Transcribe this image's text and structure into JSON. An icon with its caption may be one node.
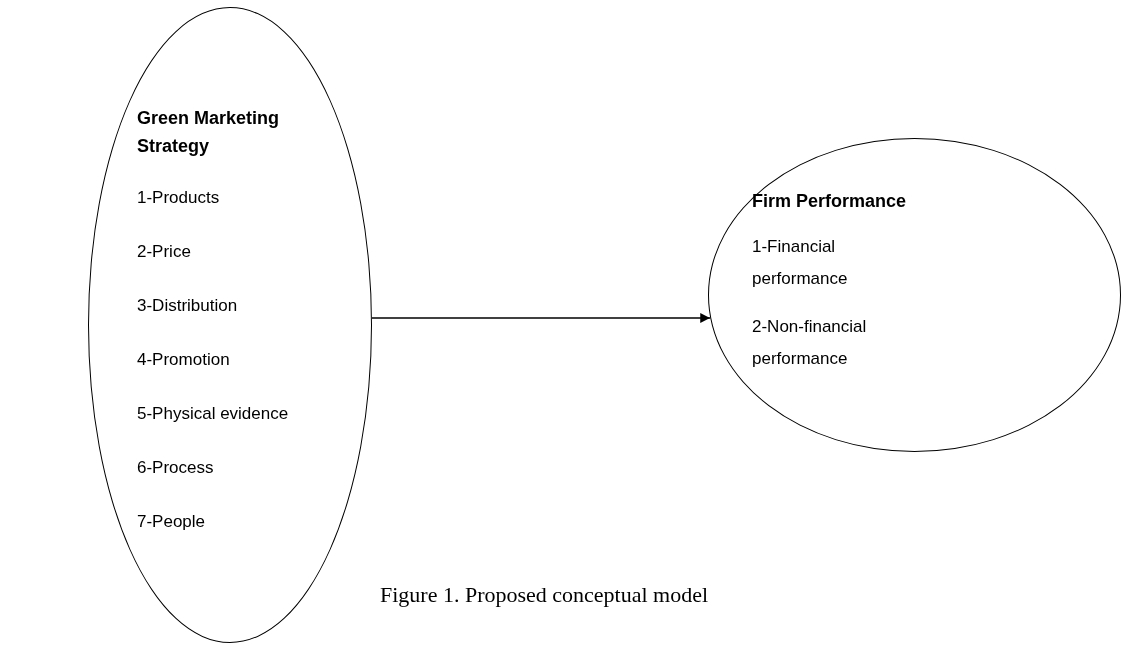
{
  "diagram": {
    "caption": "Figure 1. Proposed conceptual model",
    "nodes": [
      {
        "text": [
          "Green Marketing Strategy",
          "1-Products",
          "2-Price",
          "3-Distribution",
          "4-Promotion",
          "5-Physical evidence",
          "6-Process",
          "7-People"
        ]
      },
      {
        "text": [
          "Firm Performance",
          "1-Financial performance",
          "2-Non-financial performance"
        ]
      }
    ],
    "edges": [
      {
        "from": 0,
        "to": 1,
        "arrow": "to"
      }
    ]
  }
}
